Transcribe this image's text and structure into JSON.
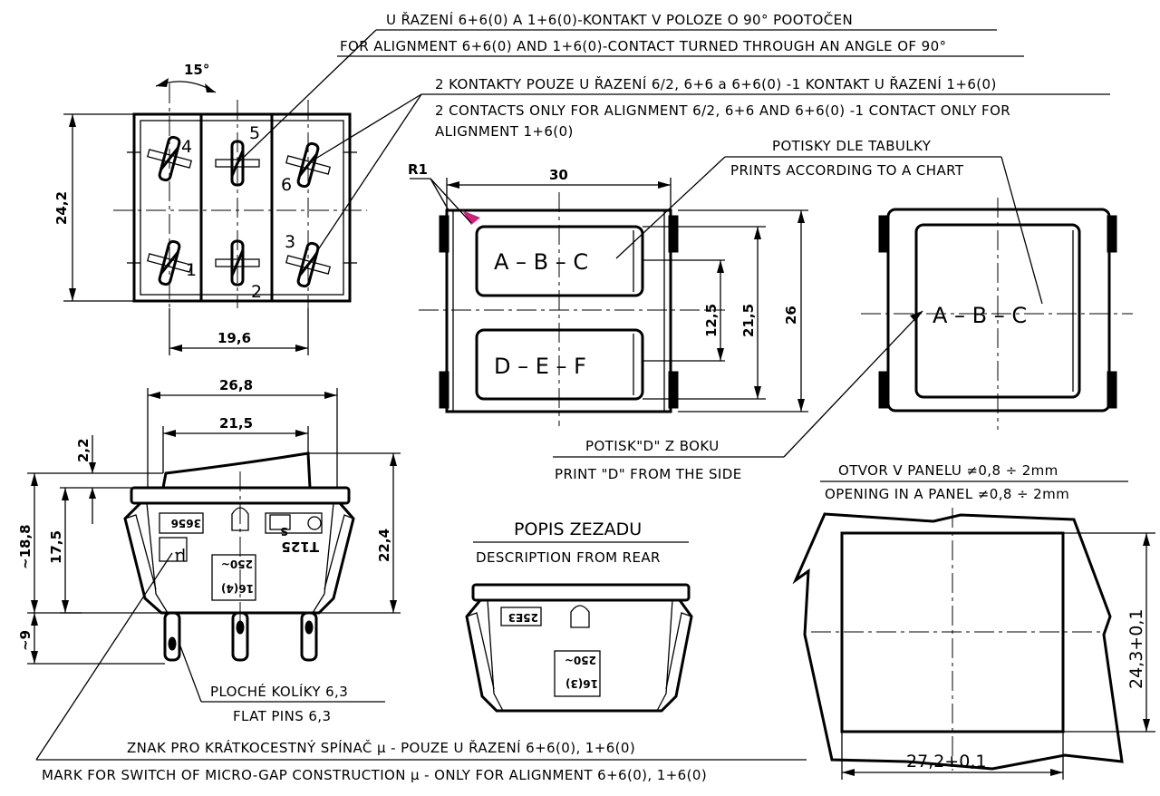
{
  "notes": {
    "turn_cz": "U ŘAZENÍ 6+6(0) A 1+6(0)-KONTAKT V POLOZE O 90° POOTOČEN",
    "turn_en": "FOR ALIGNMENT 6+6(0) AND 1+6(0)-CONTACT TURNED THROUGH AN ANGLE OF 90°",
    "contacts_cz": "2 KONTAKTY POUZE U ŘAZENÍ 6/2, 6+6 a 6+6(0) -1 KONTAKT U ŘAZENÍ 1+6(0)",
    "contacts_en_1": "2 CONTACTS ONLY FOR ALIGNMENT 6/2, 6+6 AND 6+6(0) -1 CONTACT ONLY FOR",
    "contacts_en_2": "ALIGNMENT 1+6(0)",
    "prints_cz": "POTISKY DLE TABULKY",
    "prints_en": "PRINTS ACCORDING TO A CHART",
    "side_print_cz": "POTISK\"D\" Z BOKU",
    "side_print_en": "PRINT \"D\" FROM THE SIDE",
    "panel_cz": "OTVOR V PANELU ≠0,8 ÷ 2mm",
    "panel_en": "OPENING IN A PANEL ≠0,8 ÷ 2mm",
    "rear_cz": "POPIS ZEZADU",
    "rear_en": "DESCRIPTION FROM REAR",
    "pins_cz": "PLOCHÉ KOLÍKY 6,3",
    "pins_en": "FLAT PINS 6,3",
    "micro_cz": "ZNAK PRO KRÁTKOCESTNÝ SPÍNAČ µ - POUZE U ŘAZENÍ 6+6(0), 1+6(0)",
    "micro_en": "MARK FOR SWITCH OF MICRO-GAP CONSTRUCTION µ - ONLY FOR ALIGNMENT 6+6(0), 1+6(0)"
  },
  "dims": {
    "angle": "15°",
    "height_top": "24,2",
    "pitch": "19,6",
    "radius": "R1",
    "front_width": "30",
    "gap": "12,5",
    "window_h": "21,5",
    "front_h": "26",
    "side_width": "26,8",
    "side_inner": "21,5",
    "rocker": "2,2",
    "body_h": "~18,8",
    "inner_h": "17,5",
    "total_h": "22,4",
    "pin_len": "~9",
    "cut_h": "24,3+0,1",
    "cut_w": "27,2+0,1"
  },
  "labels": {
    "pins": [
      "4",
      "5",
      "6",
      "1",
      "2",
      "3"
    ],
    "top_print": "A – B – C",
    "bottom_print": "D – E – F",
    "side_view_print": "A – B – C",
    "code_side": "3656",
    "code_rear": "25E3",
    "model": "T125",
    "rating_side_1": "250~",
    "rating_side_2": "16(4)",
    "rating_rear_1": "250~",
    "rating_rear_2": "16(3)",
    "micro_mark": "µ",
    "approval": "S"
  }
}
